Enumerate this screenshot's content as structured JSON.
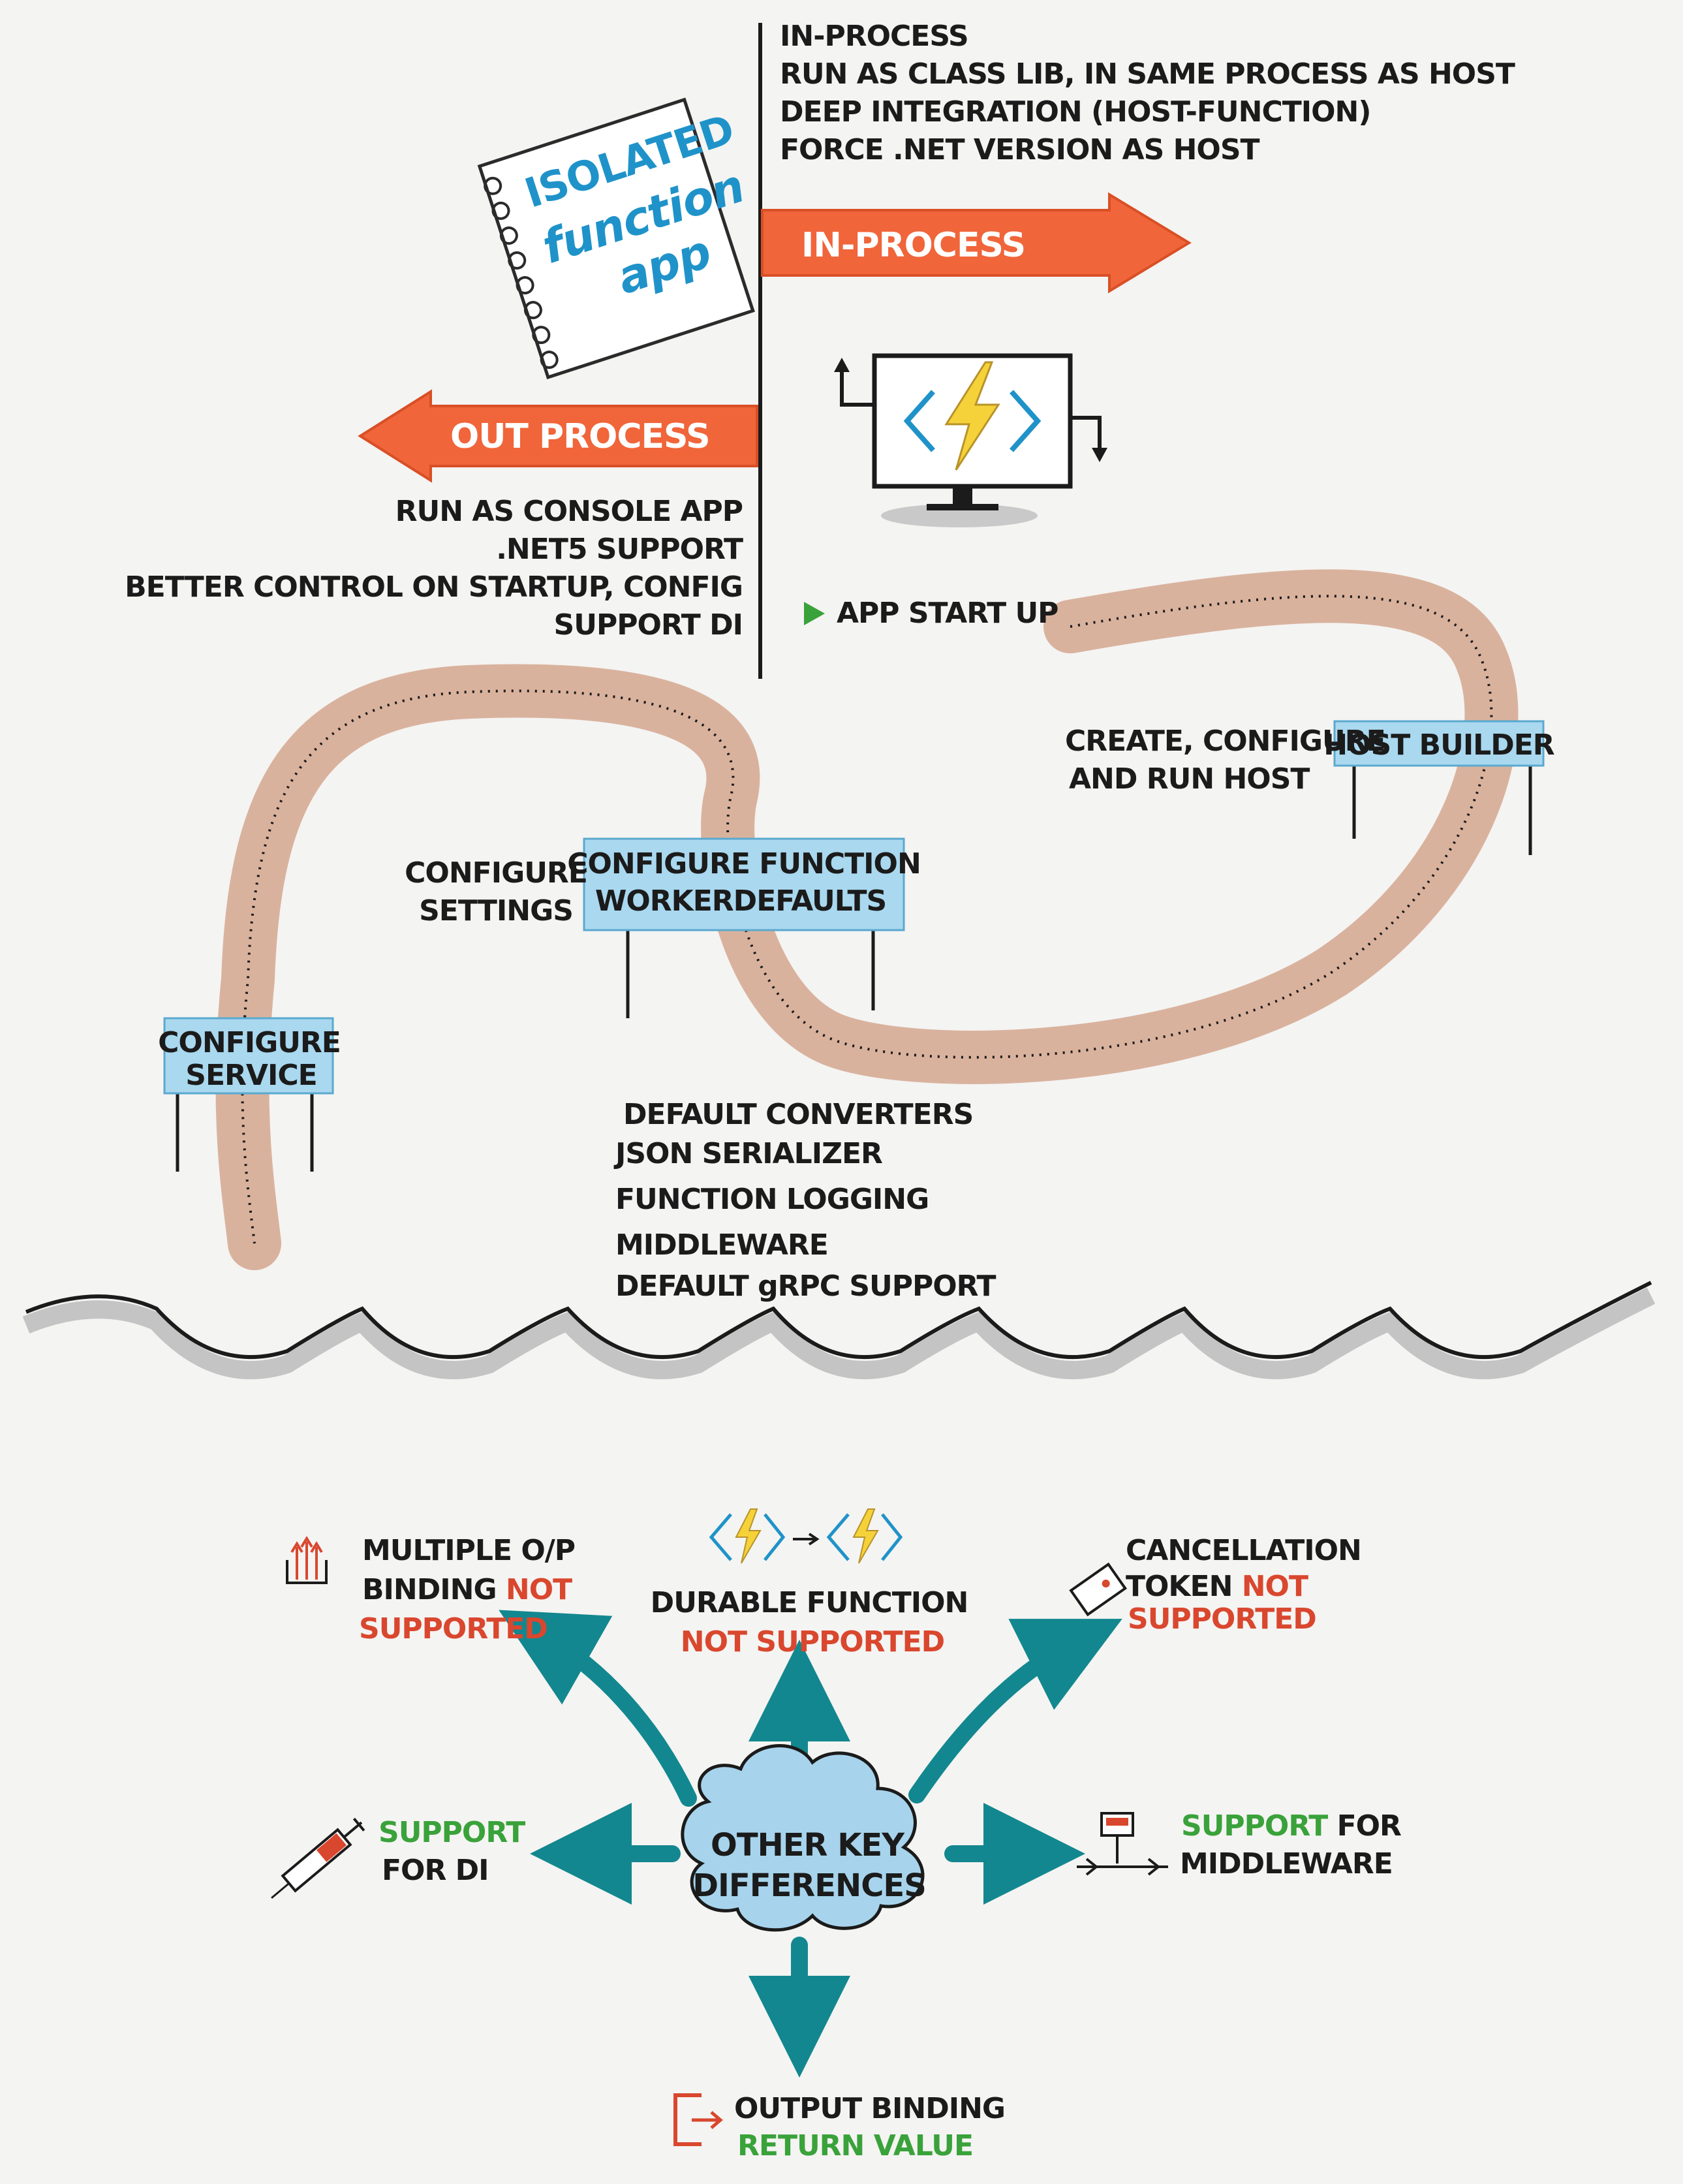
{
  "notebook": {
    "line1": "ISOLATED",
    "line2": "function",
    "line3": "app"
  },
  "in_process": {
    "arrow_label": "IN-PROCESS",
    "notes": [
      "IN-PROCESS",
      "RUN AS CLASS LIB, IN SAME PROCESS AS HOST",
      "DEEP INTEGRATION (HOST-FUNCTION)",
      "FORCE .NET VERSION AS HOST"
    ]
  },
  "out_process": {
    "arrow_label": "OUT PROCESS",
    "notes": [
      "RUN AS CONSOLE APP",
      ".NET5 SUPPORT",
      "BETTER CONTROL ON STARTUP, CONFIG",
      "SUPPORT DI"
    ]
  },
  "startup": {
    "start_label": "APP START UP",
    "host_builder": {
      "sign": "HOST BUILDER",
      "note_line1": "CREATE, CONFIGURE",
      "note_line2": "AND RUN HOST"
    },
    "worker_defaults": {
      "sign_line1": "CONFIGURE FUNCTION",
      "sign_line2": "WORKERDEFAULTS",
      "note_line1": "CONFIGURE",
      "note_line2": "SETTINGS"
    },
    "configure_service": {
      "sign_line1": "CONFIGURE",
      "sign_line2": "SERVICE"
    },
    "defaults_list": [
      "DEFAULT CONVERTERS",
      "JSON SERIALIZER",
      "FUNCTION LOGGING",
      "MIDDLEWARE",
      "DEFAULT gRPC SUPPORT"
    ]
  },
  "differences": {
    "center_line1": "OTHER KEY",
    "center_line2": "DIFFERENCES",
    "multiple_op": {
      "line1": "MULTIPLE O/P",
      "line2a": "BINDING ",
      "line2b": "NOT",
      "line3": "SUPPORTED"
    },
    "durable": {
      "line1": "DURABLE FUNCTION",
      "line2": "NOT SUPPORTED"
    },
    "cancellation": {
      "line1": "CANCELLATION",
      "line2a": "TOKEN ",
      "line2b": "NOT",
      "line3": "SUPPORTED"
    },
    "di": {
      "line1": "SUPPORT",
      "line2": "FOR DI"
    },
    "middleware": {
      "line1a": "SUPPORT",
      "line1b": " FOR",
      "line2": "MIDDLEWARE"
    },
    "output": {
      "line1": "OUTPUT BINDING",
      "line2": "RETURN VALUE"
    }
  },
  "colors": {
    "arrow_orange": "#f0653a",
    "road": "#d9b29e",
    "sign_blue": "#a9d8ef",
    "teal": "#13878f",
    "cloud": "#a7d4ec",
    "azure_blue": "#1f93c9",
    "bolt_yellow": "#f6d23a",
    "not_red": "#d9472e",
    "yes_green": "#3aa23a"
  },
  "icons": [
    "monitor-icon",
    "bolt-icon",
    "flag-icon",
    "syringe-icon",
    "ticket-icon",
    "network-icon",
    "exit-icon",
    "multiple-output-icon",
    "function-chain-icon"
  ]
}
